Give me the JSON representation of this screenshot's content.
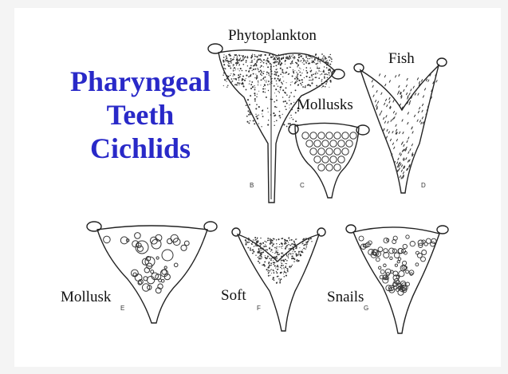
{
  "title": [
    "Pharyngeal",
    "Teeth",
    "Cichlids"
  ],
  "labels": {
    "phytoplankton": "Phytoplankton",
    "fish": "Fish",
    "mollusks": "Mollusks",
    "mollusk": "Mollusk",
    "soft": "Soft",
    "snails": "Snails"
  },
  "figure_letters": {
    "b": "B",
    "c": "C",
    "d": "D",
    "e": "E",
    "f": "F",
    "g": "G"
  },
  "colors": {
    "title": "#2929c8",
    "ink": "#222222"
  }
}
